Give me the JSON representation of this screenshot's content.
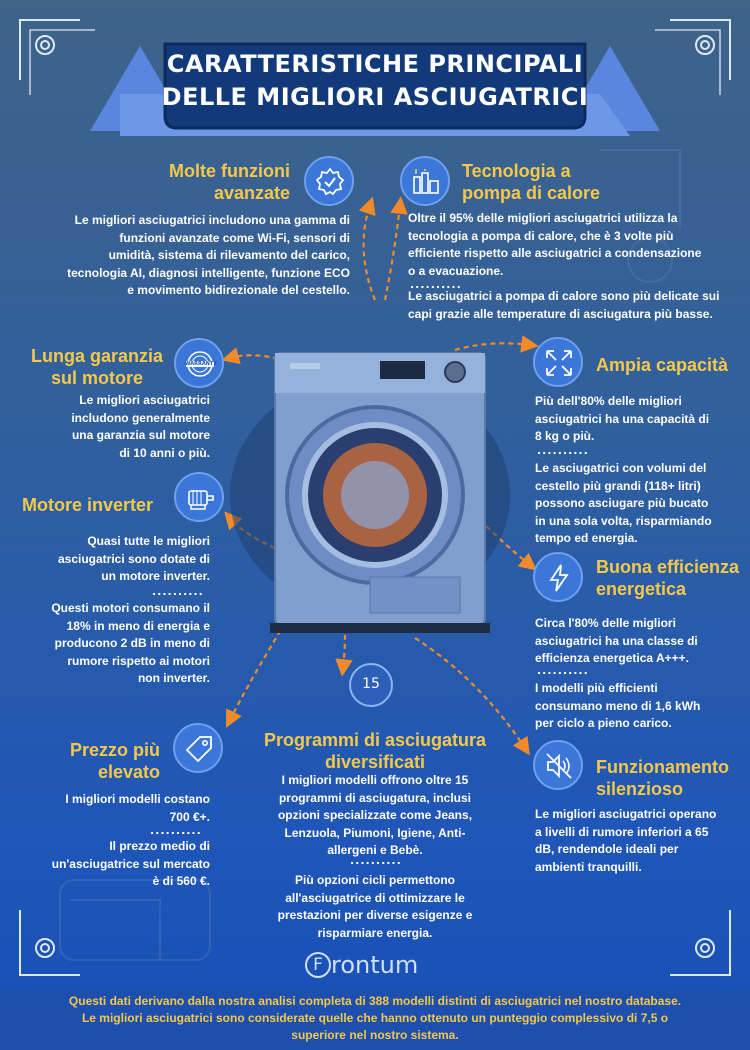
{
  "header": {
    "title_line1": "CARATTERISTICHE PRINCIPALI",
    "title_line2": "DELLE MIGLIORI ASCIUGATRICI"
  },
  "colors": {
    "accent_yellow": "#f4c84a",
    "header_navy": "#123a7a",
    "header_blue": "#5b86e0",
    "icon_blue": "#3a77d8",
    "arrow_orange": "#f08a2a"
  },
  "sections": {
    "funzioni": {
      "title_l1": "Molte funzioni",
      "title_l2": "avanzate",
      "icon": "badge-check-icon",
      "text": [
        "Le migliori asciugatrici includono una gamma di",
        "funzioni avanzate come Wi-Fi, sensori di",
        "umidità, sistema di rilevamento del carico,",
        "tecnologia AI, diagnosi intelligente, funzione ECO",
        "e movimento bidirezionale del cestello."
      ]
    },
    "pompa": {
      "title_l1": "Tecnologia a",
      "title_l2": "pompa di calore",
      "icon": "heat-pump-icon",
      "text1": [
        "Oltre il 95% delle migliori asciugatrici utilizza la",
        "tecnologia a pompa di calore, che è 3 volte più",
        "efficiente rispetto alle asciugatrici a condensazione",
        "o a evacuazione."
      ],
      "text2": [
        "Le asciugatrici a pompa di calore sono più delicate sui",
        "capi grazie alle temperature di asciugatura più basse."
      ]
    },
    "garanzia": {
      "title_l1": "Lunga garanzia",
      "title_l2": "sul motore",
      "icon": "warranty-seal-icon",
      "badge_text": "WARRANTY",
      "text": [
        "Le migliori asciugatrici",
        "includono generalmente",
        "una garanzia sul motore",
        "di 10 anni o più."
      ]
    },
    "capacita": {
      "title": "Ampia capacità",
      "icon": "expand-arrows-icon",
      "text1": [
        "Più dell'80% delle migliori",
        "asciugatrici ha una capacità di",
        "8 kg o più."
      ],
      "text2": [
        "Le asciugatrici con volumi del",
        "cestello più grandi (118+ litri)",
        "possono asciugare più bucato",
        "in una sola volta, risparmiando",
        "tempo ed energia."
      ]
    },
    "inverter": {
      "title": "Motore inverter",
      "icon": "motor-icon",
      "text1": [
        "Quasi tutte le migliori",
        "asciugatrici sono dotate di",
        "un motore inverter."
      ],
      "text2": [
        "Questi motori consumano il",
        "18% in meno di energia e",
        "producono 2 dB in meno di",
        "rumore rispetto ai motori",
        "non inverter."
      ]
    },
    "efficienza": {
      "title_l1": "Buona efficienza",
      "title_l2": "energetica",
      "icon": "lightning-icon",
      "text1": [
        "Circa l'80% delle migliori",
        "asciugatrici ha una classe di",
        "efficienza energetica A+++."
      ],
      "text2": [
        "I modelli più efficienti",
        "consumano meno di 1,6 kWh",
        "per ciclo a pieno carico."
      ]
    },
    "programmi": {
      "title_l1": "Programmi di asciugatura",
      "title_l2": "diversificati",
      "icon": "program-dial-icon",
      "icon_number": "15",
      "text1": [
        "I migliori modelli offrono oltre 15",
        "programmi di asciugatura, inclusi",
        "opzioni specializzate come Jeans,",
        "Lenzuola, Piumoni, Igiene, Anti-",
        "allergeni e Bebè."
      ],
      "text2": [
        "Più opzioni cicli permettono",
        "all'asciugatrice di ottimizzare le",
        "prestazioni per diverse esigenze e",
        "risparmiare energia."
      ]
    },
    "prezzo": {
      "title_l1": "Prezzo più",
      "title_l2": "elevato",
      "icon": "price-tag-icon",
      "text1": [
        "I migliori modelli costano",
        "700 €+."
      ],
      "text2": [
        "Il prezzo medio di",
        "un'asciugatrice sul mercato",
        "è di 560 €."
      ]
    },
    "silenzioso": {
      "title_l1": "Funzionamento",
      "title_l2": "silenzioso",
      "icon": "speaker-mute-icon",
      "text": [
        "Le migliori asciugatrici operano",
        "a livelli di rumore inferiori a 65",
        "dB, rendendole ideali per",
        "ambienti tranquilli."
      ]
    }
  },
  "logo": {
    "text": "rontum",
    "letter": "F"
  },
  "footer": {
    "lines": [
      "Questi dati derivano dalla nostra analisi completa di 388 modelli distinti di asciugatrici nel nostro database.",
      "Le migliori asciugatrici sono considerate quelle che hanno ottenuto un punteggio complessivo di 7,5 o",
      "superiore nel nostro sistema."
    ]
  }
}
